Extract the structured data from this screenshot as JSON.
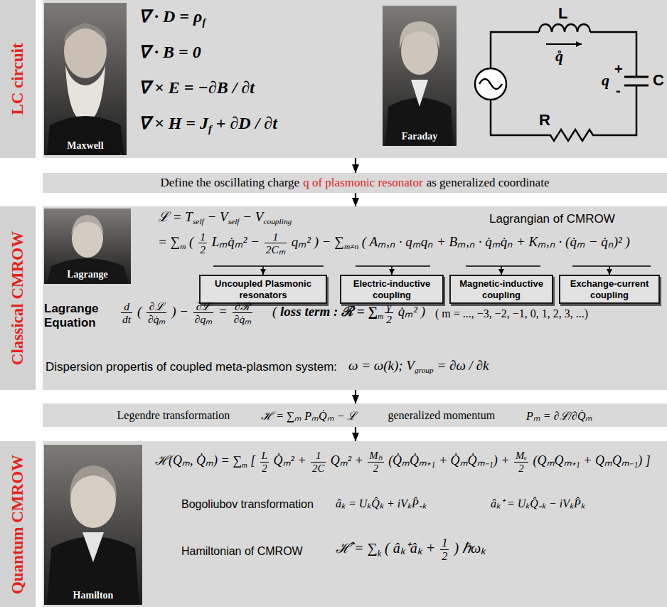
{
  "diagram": {
    "nodes": [
      {
        "text": [
          "LC circuit"
        ]
      },
      {
        "text": [
          "Maxwell"
        ],
        "in": 0
      },
      {
        "text": [
          "Faraday"
        ],
        "in": 0
      },
      {
        "text": [
          "Define the oscillating charge",
          "q of plasmonic resonator",
          "as generalized coordinate"
        ]
      },
      {
        "text": [
          "Classical CMROW"
        ]
      },
      {
        "text": [
          "Lagrange"
        ],
        "in": 4
      },
      {
        "text": [
          "Uncoupled Plasmonic resonators"
        ],
        "in": 4
      },
      {
        "text": [
          "Electric-inductive coupling"
        ],
        "in": 4
      },
      {
        "text": [
          "Magnetic-inductive coupling"
        ],
        "in": 4
      },
      {
        "text": [
          "Exchange-current coupling"
        ],
        "in": 4
      },
      {
        "text": [
          "Legendre transformation",
          "ℋ = ∑ₘ PₘQ̇ₘ − ℒ",
          "generalized momentum",
          "Pₘ = ∂ℒ/∂Q̇ₘ"
        ]
      },
      {
        "text": [
          "Quantum CMROW"
        ]
      },
      {
        "text": [
          "Hamilton"
        ],
        "in": 11
      }
    ],
    "edges": [
      {
        "from": 0,
        "to": 3,
        "arrow": "to"
      },
      {
        "from": 3,
        "to": 4,
        "arrow": "to"
      },
      {
        "from": 4,
        "to": 10,
        "arrow": "to"
      },
      {
        "from": 10,
        "to": 11,
        "arrow": "to"
      }
    ],
    "labels": [
      "∇ · D = ρ",
      "f",
      "∇ · B = 0",
      "∇ × E = −∂B / ∂t",
      "∇ × H = J",
      "f",
      " + ∂D / ∂t",
      "L",
      "q̊",
      "q",
      "+",
      "-",
      "C",
      "R",
      "ℒ = T",
      "self",
      " − V",
      "self",
      " − V",
      "coupling",
      "Lagrangian of CMROW",
      "= ∑",
      "m",
      " ( ",
      "1",
      "2",
      " Lₘq̇ₘ² − ",
      "1",
      "2Cₘ",
      " qₘ² )",
      " − ∑",
      "m≠n",
      " ( Aₘ,ₙ · qₘqₙ + Bₘ,ₙ · q̇ₘq̇ₙ + Kₘ,ₙ · (q̇ₘ − q̇ₙ)² )",
      "Lagrange Equation",
      "d",
      "dt",
      " ( ",
      "∂ℒ",
      "∂q̇ₘ",
      " ) − ",
      "∂ℒ",
      "∂qₘ",
      " = ",
      "∂ℛ",
      "∂q̇ₘ",
      "( ",
      "loss term : ℛ = ∑",
      "m",
      "γ",
      "2",
      " q̇ₘ² )",
      "( m = ..., −3, −2, −1, 0, 1, 2, 3, ...)",
      "Dispersion propertis of coupled meta-plasmon system:",
      "ω = ω(k); V",
      "group",
      " = ∂ω / ∂k",
      "ℋ(Qₘ, Q̇ₘ) = ∑",
      "m",
      " [ ",
      "L",
      "2",
      " Q̇ₘ² + ",
      "1",
      "2C",
      " Qₘ² + ",
      "Mₕ",
      "2",
      " (Q̇ₘQ̇ₘ₊₁ + Q̇ₘQ̇ₘ₋₁) + ",
      "Mₑ",
      "2",
      " (QₘQₘ₊₁ + QₘQₘ₋₁) ]",
      "Bogoliubov transformation",
      "âₖ = UₖQ̂ₖ + iVₖP̂₋ₖ",
      "âₖ⁺ = UₖQ̂₋ₖ − iVₖP̂ₖ",
      "Hamiltonian of CMROW",
      "ℋ̂ = ∑",
      "k",
      " ( âₖ⁺âₖ + ",
      "1",
      "2",
      " ) ℏωₖ"
    ]
  }
}
